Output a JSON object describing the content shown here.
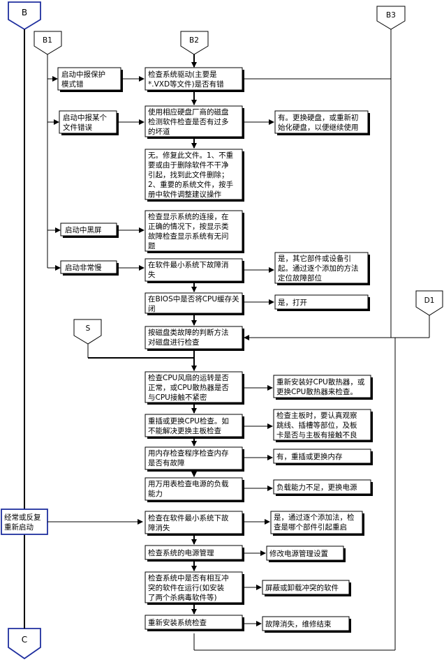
{
  "connectors": {
    "B": "B",
    "B1": "B1",
    "B2": "B2",
    "B3": "B3",
    "D1": "D1",
    "S": "S",
    "C": "C"
  },
  "side": {
    "boot_protect": [
      "启动中报保护",
      "模式错"
    ],
    "boot_file": [
      "启动中报某个",
      "文件错误"
    ],
    "boot_black": [
      "启动中黑屏"
    ],
    "boot_slow": [
      "启动非常慢"
    ],
    "restart": [
      "经常或反复",
      "重新启动"
    ]
  },
  "main": {
    "m1": [
      "检查系统驱动(主要是",
      "*.VXD等文件)是否有错"
    ],
    "m2": [
      "使用相应硬盘厂商的磁盘",
      "检测软件检查是否有过多",
      "的坏道"
    ],
    "m3": [
      "无。修复此文件。1、不重",
      "要或由于删除软件不干净",
      "引起，找到此文件删除；",
      "2、重要的系统文件，按手",
      "册中软件调整建议操作"
    ],
    "m4": [
      "检查显示系统的连接，在",
      "正确的情况下，按显示类",
      "故障检查显示系统有无问",
      "题"
    ],
    "m5": [
      "在软件最小系统下故障消",
      "失"
    ],
    "m6": [
      "在BIOS中是否将CPU缓存关",
      "闭"
    ],
    "m7": [
      "按磁盘类故障的判断方法",
      "对磁盘进行检查"
    ],
    "m8": [
      "检查CPU风扇的运转是否",
      "正常，或CPU散热器是否",
      "与CPU接触不紧密"
    ],
    "m9": [
      "重插或更换CPU检查。如",
      "不能解决更换主板检查"
    ],
    "m10": [
      "用内存检查程序检查内存",
      "是否有故障"
    ],
    "m11": [
      "用万用表检查电源的负载",
      "能力"
    ],
    "m12": [
      "检查在软件最小系统下故",
      "障消失"
    ],
    "m13": [
      "检查系统的电源管理"
    ],
    "m14": [
      "检查系统中是否有相互冲",
      "突的软件在运行(如安装",
      "了两个杀病毒软件等)"
    ],
    "m15": [
      "重新安装系统检查"
    ]
  },
  "right": {
    "r2": [
      "有。更换硬盘，或重新初",
      "始化硬盘，以便继续使用"
    ],
    "r5": [
      "是，其它部件或设备引",
      "起。通过逐个添加的方法",
      "定位故障部位"
    ],
    "r6": [
      "是，打开"
    ],
    "r8": [
      "重新安装好CPU散热器，或",
      "更换CPU散热器来检查。"
    ],
    "r9": [
      "检查主板时，要认真观察",
      "跳线、插槽等部位，及板",
      "卡是否与主板有接触不良"
    ],
    "r10": [
      "有，重插或更换内存"
    ],
    "r11": [
      "负载能力不足，更换电源"
    ],
    "r12": [
      "是，通过逐个添加法，检",
      "查是哪个部件引起重启"
    ],
    "r13": [
      "修改电源管理设置"
    ],
    "r14": [
      "屏蔽或卸载冲突的软件"
    ],
    "r15": [
      "故障消失，维修结束"
    ]
  }
}
